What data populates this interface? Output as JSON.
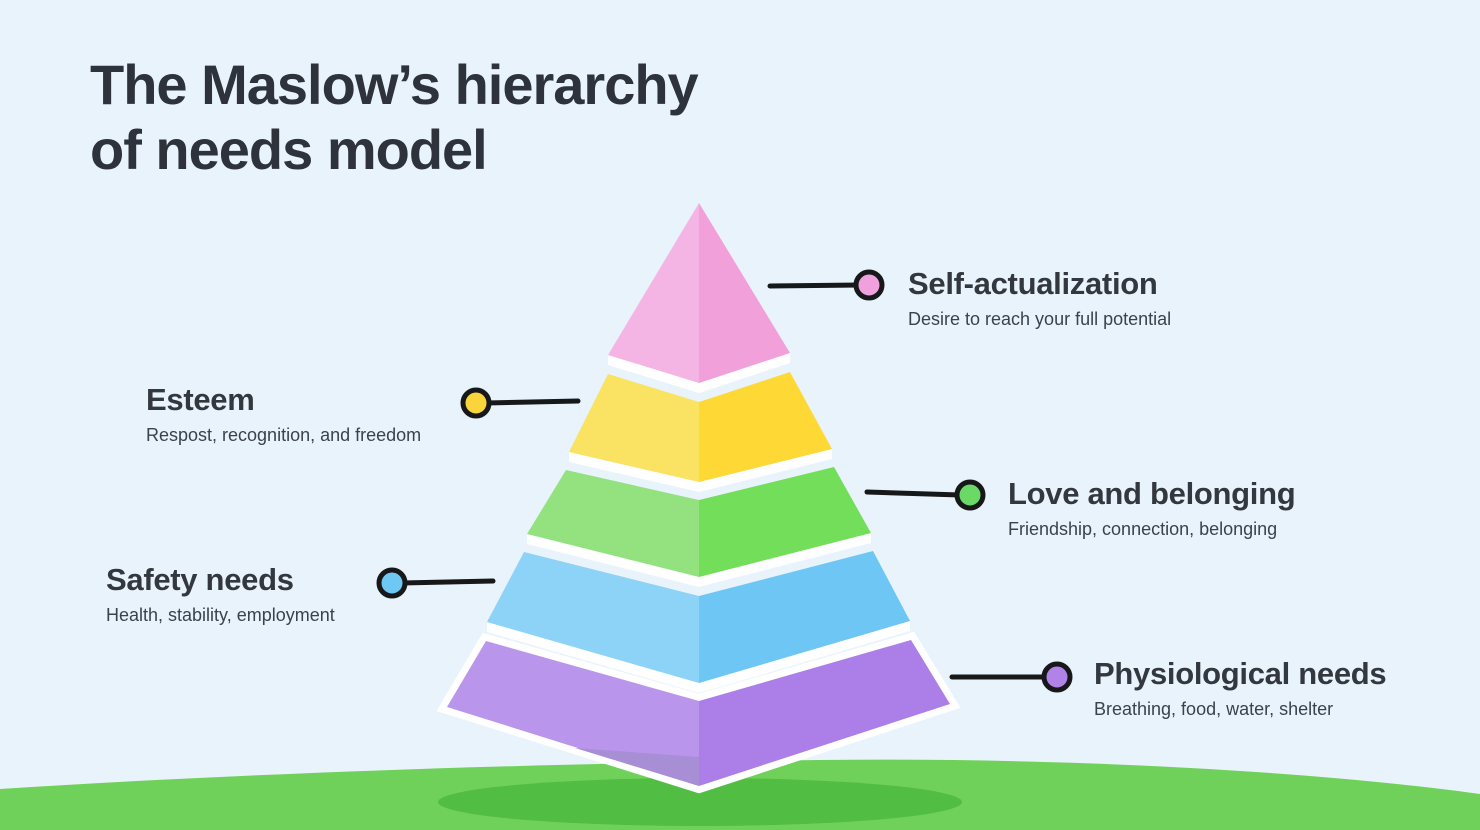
{
  "heading": {
    "line1": "The Maslow’s hierarchy",
    "line2": "of needs model",
    "color": "#2e333b"
  },
  "background": "#e9f3fb",
  "connector_color": "#17181a",
  "ground": {
    "grass": "#6fd159",
    "shadow": "#52bd43"
  },
  "levels": [
    {
      "name": "self-actualization",
      "label": "Self-actualization",
      "description": "Desire to reach your full potential",
      "side": "right",
      "face_left": "#f4b5e5",
      "face_right": "#f2a0da",
      "marker": "#f0a0dc"
    },
    {
      "name": "esteem",
      "label": "Esteem",
      "description": "Respost, recognition, and freedom",
      "side": "left",
      "face_left": "#fae263",
      "face_right": "#fed936",
      "marker": "#f9d43a"
    },
    {
      "name": "love-and-belonging",
      "label": "Love and belonging",
      "description": "Friendship, connection, belonging",
      "side": "right",
      "face_left": "#93e27f",
      "face_right": "#73de59",
      "marker": "#6bd965"
    },
    {
      "name": "safety-needs",
      "label": "Safety needs",
      "description": "Health, stability, employment",
      "side": "left",
      "face_left": "#8dd3f8",
      "face_right": "#6dc6f4",
      "marker": "#6fc8f3"
    },
    {
      "name": "physiological-needs",
      "label": "Physiological needs",
      "description": "Breathing, food, water, shelter",
      "side": "right",
      "face_left": "#ba95ec",
      "face_right": "#ab7ee8",
      "marker": "#b183e9",
      "face_bottom_shade": "#a88ed5"
    }
  ]
}
